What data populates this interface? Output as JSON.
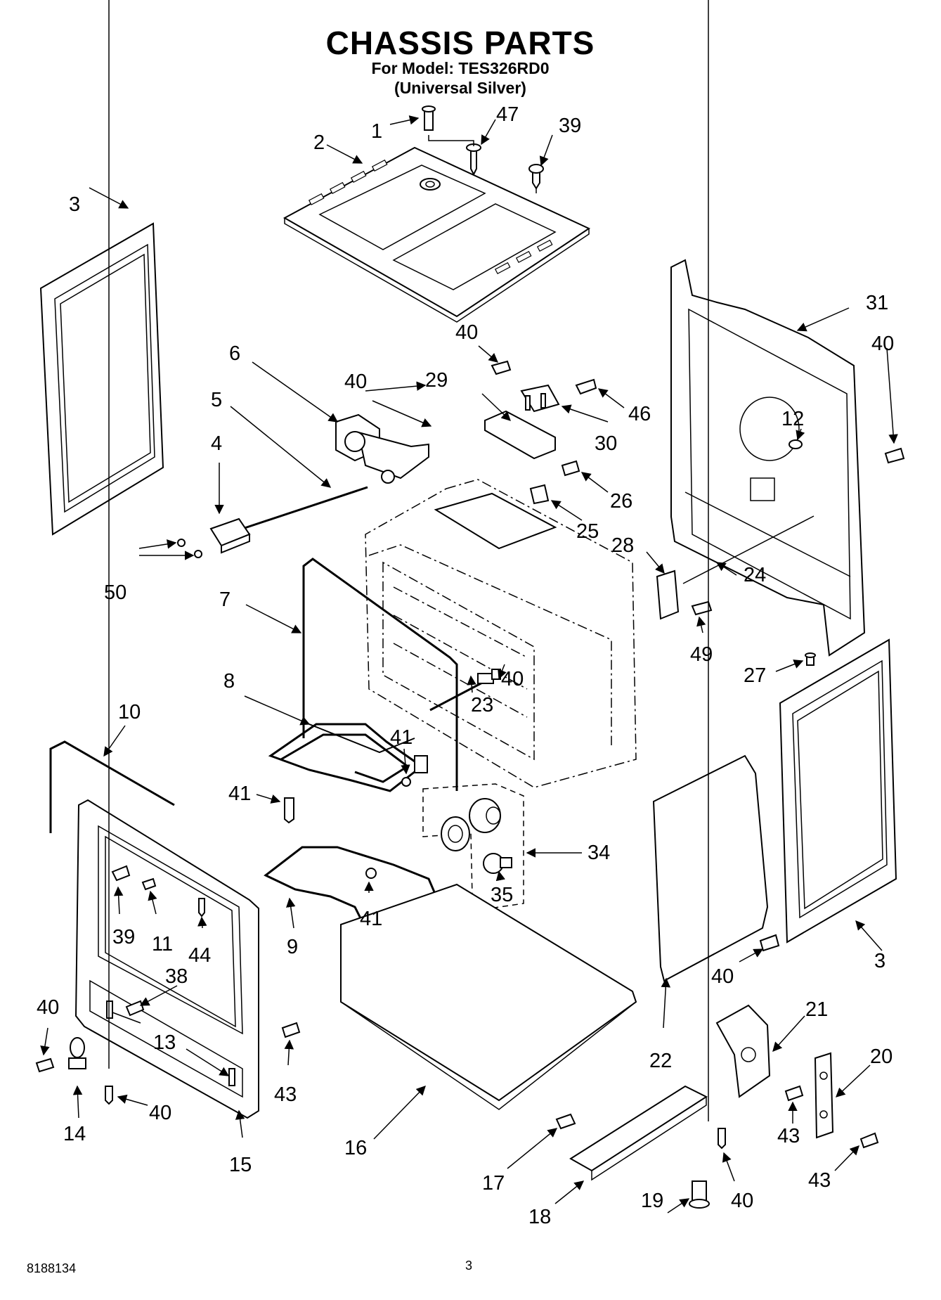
{
  "header": {
    "title": "CHASSIS PARTS",
    "model_line": "For Model: TES326RD0",
    "finish_line": "(Universal Silver)"
  },
  "footer": {
    "doc_number": "8188134",
    "page_number": "3"
  },
  "callouts": {
    "c1": "1",
    "c2": "2",
    "c3a": "3",
    "c3b": "3",
    "c4": "4",
    "c5": "5",
    "c6": "6",
    "c7": "7",
    "c8": "8",
    "c9": "9",
    "c10": "10",
    "c11": "11",
    "c12": "12",
    "c13": "13",
    "c14": "14",
    "c15": "15",
    "c16": "16",
    "c17": "17",
    "c18": "18",
    "c19": "19",
    "c20": "20",
    "c21": "21",
    "c22": "22",
    "c23": "23",
    "c24": "24",
    "c25": "25",
    "c26": "26",
    "c27": "27",
    "c28": "28",
    "c29": "29",
    "c30": "30",
    "c31": "31",
    "c34": "34",
    "c35": "35",
    "c38": "38",
    "c39a": "39",
    "c39b": "39",
    "c40a": "40",
    "c40b": "40",
    "c40c": "40",
    "c40d": "40",
    "c40e": "40",
    "c40f": "40",
    "c40g": "40",
    "c40h": "40",
    "c41a": "41",
    "c41b": "41",
    "c41c": "41",
    "c43a": "43",
    "c43b": "43",
    "c43c": "43",
    "c44": "44",
    "c46": "46",
    "c47": "47",
    "c49": "49",
    "c50": "50"
  }
}
